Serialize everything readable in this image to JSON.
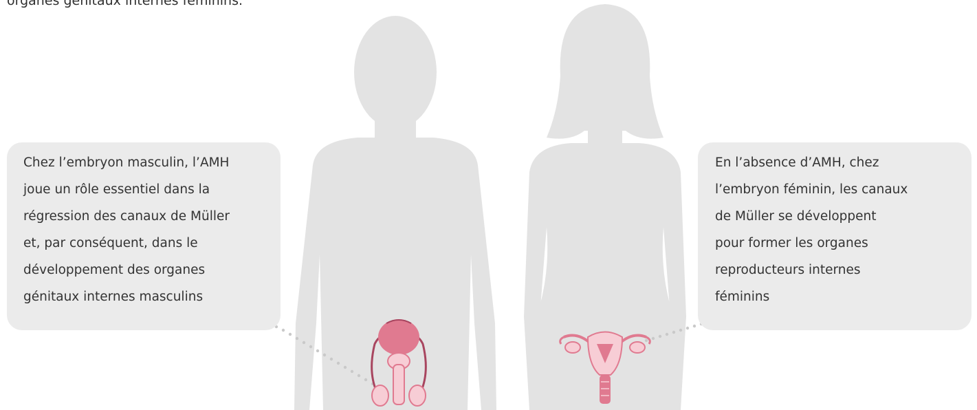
{
  "header": {
    "partial_text": "organes génitaux internes féminins."
  },
  "callouts": {
    "male": {
      "text": "Chez l’embryon masculin, l’AMH\njoue un rôle essentiel dans la\nrégression des canaux de Müller\net, par conséquent, dans le\ndéveloppement des organes\ngénitaux internes masculins"
    },
    "female": {
      "text": "En l’absence d’AMH, chez\nl’embryon féminin, les canaux\nde Müller se développent\npour former les organes\nreproducteurs internes\nféminins"
    }
  },
  "colors": {
    "silhouette": "#e3e3e3",
    "callout_bg": "#ebebeb",
    "organ_pink": "#e07a90",
    "organ_dark": "#a8455f",
    "organ_light": "#f7cdd5",
    "dots": "#c9c9c9"
  }
}
